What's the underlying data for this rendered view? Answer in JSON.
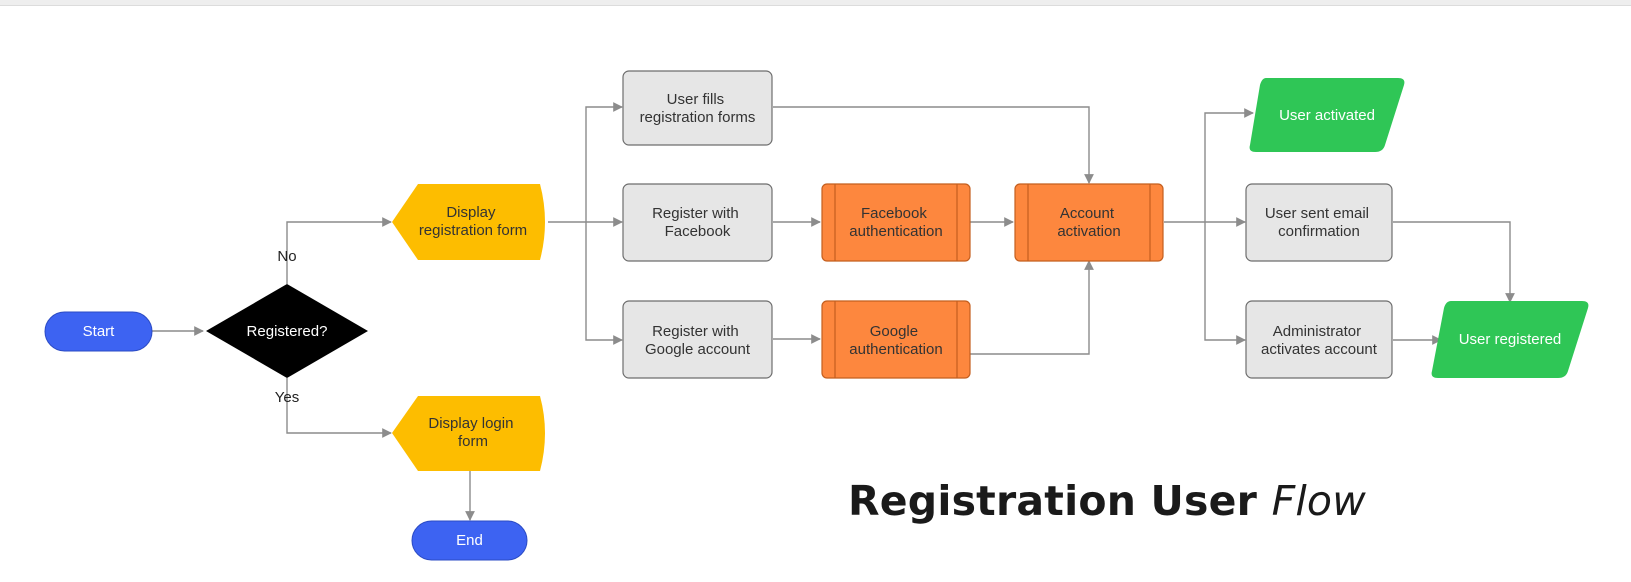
{
  "title": {
    "main": "Registration User",
    "emphasis": "Flow"
  },
  "colors": {
    "terminal": "#3d63f2",
    "decision": "#000000",
    "display": "#fdbd00",
    "process": "#e6e6e6",
    "predefined": "#fd873e",
    "output": "#2fc656",
    "edge": "#8c8c8c"
  },
  "nodes": {
    "start": {
      "lines": [
        "Start"
      ]
    },
    "registered": {
      "lines": [
        "Registered?"
      ]
    },
    "display_registration": {
      "lines": [
        "Display",
        "registration form"
      ]
    },
    "display_login": {
      "lines": [
        "Display login",
        "form"
      ]
    },
    "end": {
      "lines": [
        "End"
      ]
    },
    "user_fills": {
      "lines": [
        "User fills",
        "registration forms"
      ]
    },
    "register_facebook": {
      "lines": [
        "Register with",
        "Facebook"
      ]
    },
    "register_google": {
      "lines": [
        "Register with",
        "Google account"
      ]
    },
    "facebook_auth": {
      "lines": [
        "Facebook",
        "authentication"
      ]
    },
    "google_auth": {
      "lines": [
        "Google",
        "authentication"
      ]
    },
    "account_activation": {
      "lines": [
        "Account",
        "activation"
      ]
    },
    "user_activated": {
      "lines": [
        "User activated"
      ]
    },
    "user_sent_email": {
      "lines": [
        "User sent email",
        "confirmation"
      ]
    },
    "admin_activates": {
      "lines": [
        "Administrator",
        "activates account"
      ]
    },
    "user_registered": {
      "lines": [
        "User registered"
      ]
    }
  },
  "edge_labels": {
    "no": "No",
    "yes": "Yes"
  }
}
